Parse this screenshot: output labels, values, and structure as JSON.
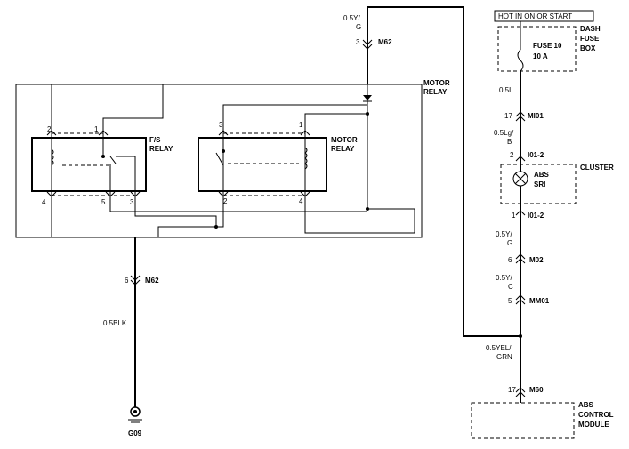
{
  "power_source": "HOT IN ON OR START",
  "fuse_box": {
    "title": "DASH FUSE BOX",
    "line1": "DASH",
    "line2": "FUSE",
    "line3": "BOX",
    "fuse_name": "FUSE 10",
    "fuse_rating": "10 A"
  },
  "top_wire": {
    "color_line1": "0.5Y/",
    "color_line2": "G",
    "pin": "3",
    "connector": "M62"
  },
  "motor_relay_box": {
    "label_line1": "MOTOR",
    "label_line2": "RELAY"
  },
  "fs_relay": {
    "label_line1": "F/S",
    "label_line2": "RELAY",
    "pins": [
      "2",
      "1",
      "4",
      "5",
      "3"
    ]
  },
  "motor_relay": {
    "label_line1": "MOTOR",
    "label_line2": "RELAY",
    "pins": [
      "3",
      "1",
      "2",
      "4"
    ]
  },
  "ground_wire": {
    "pin": "6",
    "connector": "M62",
    "color": "0.5BLK",
    "ground": "G09"
  },
  "right_chain": {
    "w1": "0.5L",
    "c1_pin": "17",
    "c1": "MI01",
    "w2_line1": "0.5Lg/",
    "w2_line2": "B",
    "c2_pin": "2",
    "c2": "I01-2",
    "cluster": "CLUSTER",
    "abs_line1": "ABS",
    "abs_line2": "SRI",
    "c3_pin": "1",
    "c3": "I01-2",
    "w3_line1": "0.5Y/",
    "w3_line2": "G",
    "c4_pin": "6",
    "c4": "M02",
    "w4_line1": "0.5Y/",
    "w4_line2": "C",
    "c5_pin": "5",
    "c5": "MM01",
    "w5_line1": "0.5YEL/",
    "w5_line2": "GRN",
    "c6_pin": "17",
    "c6": "M60"
  },
  "abs_module": {
    "line1": "ABS",
    "line2": "CONTROL",
    "line3": "MODULE"
  }
}
